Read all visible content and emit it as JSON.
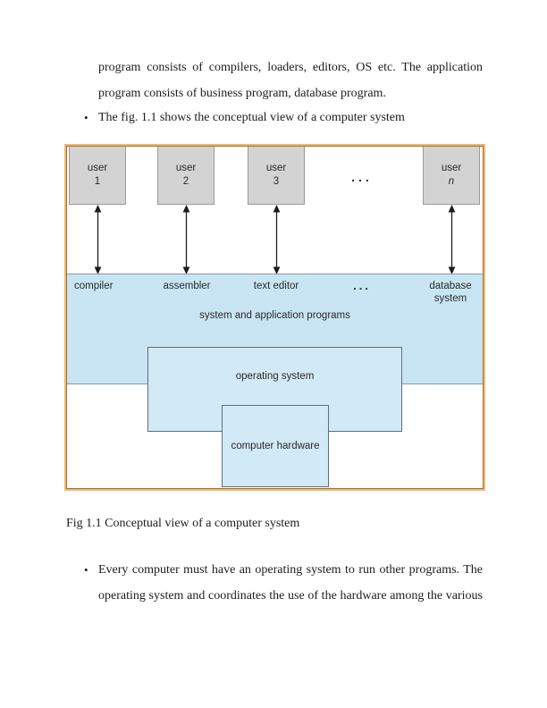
{
  "colors": {
    "frame_outer": "#ecb877",
    "frame_inner": "#a8701f",
    "user_box_fill": "#d3d3d3",
    "user_box_border": "#9a9a9a",
    "region_fill": "#c9e5f3",
    "region_border": "#7e9cb0",
    "inner_box_fill": "#d2e9f6",
    "inner_box_border": "#5d6f7b",
    "arrow_color": "#1c1c1c",
    "text_color": "#1c1c1c"
  },
  "doc": {
    "bullet_glyph": "•",
    "para1": {
      "line1": "program consists of compilers, loaders, editors, OS etc. The application",
      "line2": "program consists of business program, database program."
    },
    "bullet1": "The fig. 1.1 shows the conceptual view of a computer system",
    "caption": "Fig 1.1 Conceptual view of a computer system",
    "bullet2": {
      "line1": "Every computer must have an operating system to run other programs. The",
      "line2": "operating system and coordinates the use of the hardware among the various"
    }
  },
  "diagram": {
    "users": [
      {
        "name": "user",
        "number": "1"
      },
      {
        "name": "user",
        "number": "2"
      },
      {
        "name": "user",
        "number": "3"
      },
      {
        "name": "user",
        "number": "n"
      }
    ],
    "users_ellipsis": "...",
    "programs": [
      "compiler",
      "assembler",
      "text editor"
    ],
    "programs_ellipsis": "...",
    "database_line1": "database",
    "database_line2": "system",
    "region_title": "system and application programs",
    "os_label": "operating system",
    "hw_label": "computer hardware"
  }
}
